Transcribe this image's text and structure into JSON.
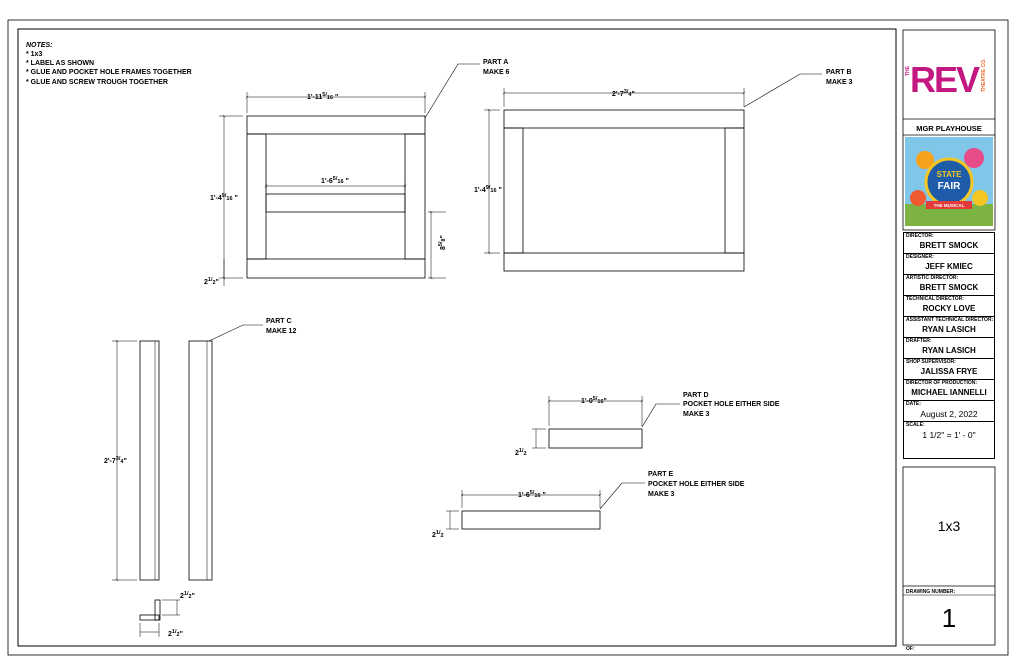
{
  "notes": {
    "heading": "NOTES:",
    "lines": [
      "* 1x3",
      "* LABEL AS SHOWN",
      "* GLUE AND POCKET HOLE FRAMES TOGETHER",
      "* GLUE AND SCREW TROUGH TOGETHER"
    ]
  },
  "parts": {
    "a": {
      "name": "PART A",
      "qty": "MAKE 6",
      "width": "1'-11",
      "width_frac": [
        "5",
        "16"
      ],
      "inner": "1'-6",
      "inner_frac": [
        "5",
        "16"
      ],
      "height": "1'-4",
      "height_frac": [
        "9",
        "16"
      ],
      "rail_dim": "8",
      "rail_frac": [
        "5",
        "8"
      ],
      "stock": "2",
      "stock_frac": [
        "1",
        "2"
      ]
    },
    "b": {
      "name": "PART B",
      "qty": "MAKE 3",
      "width": "2'-7",
      "width_frac": [
        "3",
        "4"
      ],
      "height": "1'-4",
      "height_frac": [
        "9",
        "16"
      ]
    },
    "c": {
      "name": "PART C",
      "qty": "MAKE 12",
      "length": "2'-7",
      "length_frac": [
        "3",
        "4"
      ],
      "w1": "2",
      "w1_frac": [
        "1",
        "2"
      ],
      "w2": "2",
      "w2_frac": [
        "1",
        "2"
      ]
    },
    "d": {
      "name": "PART D",
      "note": "POCKET HOLE EITHER SIDE",
      "qty": "MAKE 3",
      "width": "1'-0",
      "width_frac": [
        "5",
        "16"
      ],
      "stock": "2",
      "stock_frac": [
        "1",
        "2"
      ]
    },
    "e": {
      "name": "PART E",
      "note": "POCKET HOLE EITHER SIDE",
      "qty": "MAKE 3",
      "width": "1'-6",
      "width_frac": [
        "5",
        "16"
      ],
      "stock": "2",
      "stock_frac": [
        "1",
        "2"
      ]
    }
  },
  "titleblock": {
    "logo": {
      "the": "THE",
      "rev": "REV",
      "sub": "THEATRE CO."
    },
    "venue": "MGR PLAYHOUSE",
    "show_art": {
      "line1": "STATE",
      "line2": "FAIR",
      "ribbon": "THE MUSICAL"
    },
    "roles": [
      {
        "label": "DIRECTOR:",
        "value": "BRETT SMOCK"
      },
      {
        "label": "DESIGNER:",
        "value": "JEFF KMIEC"
      },
      {
        "label": "ARTISTIC DIRECTOR:",
        "value": "BRETT SMOCK"
      },
      {
        "label": "TECHNICAL DIRECTOR:",
        "value": "ROCKY LOVE"
      },
      {
        "label": "ASSISTANT TECHNICAL DIRECTOR:",
        "value": "RYAN LASICH"
      },
      {
        "label": "DRAFTER:",
        "value": "RYAN LASICH"
      },
      {
        "label": "SHOP SUPERVISOR:",
        "value": "JALISSA FRYE"
      },
      {
        "label": "DIRECTOR OF PRODUCTION:",
        "value": "MICHAEL IANNELLI"
      },
      {
        "label": "DATE:",
        "value": "August 2, 2022"
      },
      {
        "label": "SCALE:",
        "value": "1 1/2\" = 1' - 0\""
      }
    ],
    "drawing_title": "1x3",
    "drawing_number_label": "DRAWING NUMBER:",
    "drawing_number": "1",
    "of_label": "OF:"
  },
  "colors": {
    "rev_magenta": "#c2187f",
    "rev_orange": "#e8682a",
    "line": "#000000"
  }
}
